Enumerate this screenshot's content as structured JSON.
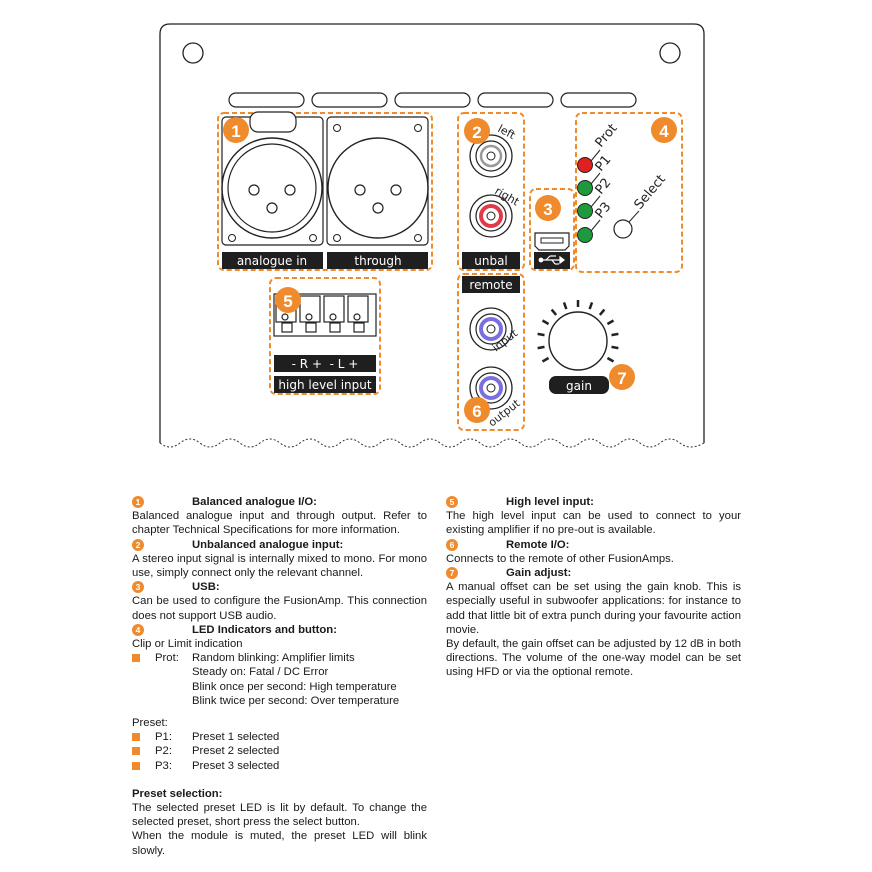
{
  "diagram": {
    "badges": [
      "1",
      "2",
      "3",
      "4",
      "5",
      "6",
      "7"
    ],
    "labels": {
      "analogue_in": "analogue in",
      "through": "through",
      "left": "left",
      "right": "right",
      "unbal": "unbal",
      "remote": "remote",
      "input": "input",
      "output": "output",
      "prot": "Prot",
      "p1": "P1",
      "p2": "P2",
      "p3": "P3",
      "select": "Select",
      "high_level_input": "high level input",
      "polarity": "- R +  - L +",
      "gain": "gain"
    },
    "colors": {
      "accent": "#ef8b2c",
      "led_prot": "#e02020",
      "led_preset": "#1e9a3c",
      "rca_right": "#e03a4a",
      "rca_remote": "#7b6fe0"
    }
  },
  "sections": {
    "s1": {
      "num": "1",
      "title": "Balanced analogue I/O:",
      "body": "Balanced analogue input and through output. Refer to chapter Technical Specifications for more information."
    },
    "s2": {
      "num": "2",
      "title": "Unbalanced analogue input:",
      "body": "A stereo input signal is internally mixed to mono. For mono use, simply connect only the relevant channel."
    },
    "s3": {
      "num": "3",
      "title": "USB:",
      "body": "Can be used to configure the FusionAmp. This connection does not support USB audio."
    },
    "s4": {
      "num": "4",
      "title": "LED Indicators and button:",
      "intro": "Clip or Limit indication",
      "prot_key": "Prot:",
      "prot_lines": [
        "Random blinking: Amplifier limits",
        "Steady on: Fatal / DC Error",
        "Blink once per second: High temperature",
        "Blink twice per second: Over temperature"
      ],
      "preset_label": "Preset:",
      "presets": [
        {
          "key": "P1:",
          "value": "Preset 1 selected"
        },
        {
          "key": "P2:",
          "value": "Preset 2 selected"
        },
        {
          "key": "P3:",
          "value": "Preset 3 selected"
        }
      ]
    },
    "preset_selection": {
      "title": "Preset selection:",
      "body1": "The selected preset LED is lit by default. To change the selected preset, short press the select button.",
      "body2": "When the module is muted, the preset LED will blink slowly."
    },
    "s5": {
      "num": "5",
      "title": "High level input:",
      "body": "The high level input can be used to connect to your existing amplifier if no pre-out is available."
    },
    "s6": {
      "num": "6",
      "title": "Remote I/O:",
      "body": "Connects to the remote of other FusionAmps."
    },
    "s7": {
      "num": "7",
      "title": "Gain adjust:",
      "body1": "A manual offset can be set using the gain knob. This is especially useful in subwoofer applications: for instance to add that little bit of extra punch during your favourite action movie.",
      "body2": "By default, the gain offset can be adjusted by 12 dB in both directions. The volume of the one-way model can be set using HFD or via the optional remote."
    }
  }
}
